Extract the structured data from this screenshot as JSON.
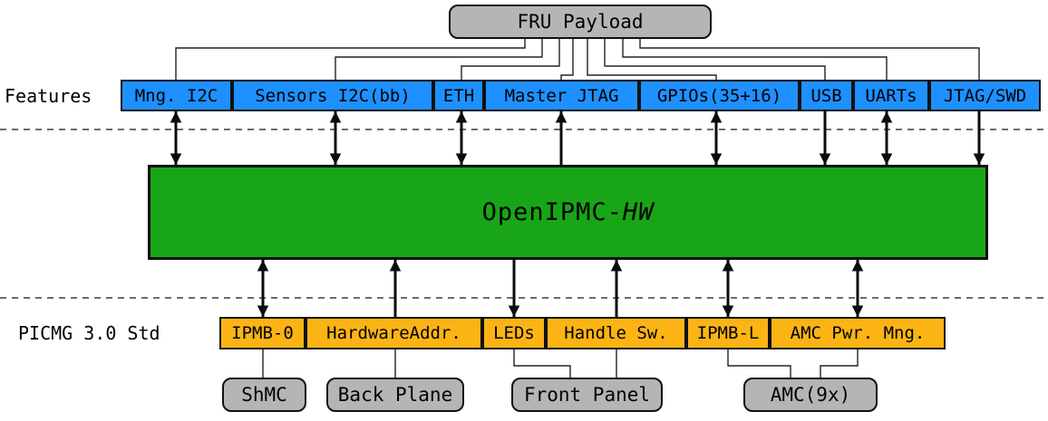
{
  "fru_payload": "FRU Payload",
  "labels": {
    "features_row": "Features",
    "picmg_row": "PICMG 3.0 Std"
  },
  "core": {
    "name_regular": "OpenIPMC-",
    "name_italic": "HW"
  },
  "features": [
    "Mng. I2C",
    "Sensors I2C(bb)",
    "ETH",
    "Master JTAG",
    "GPIOs(35+16)",
    "USB",
    "UARTs",
    "JTAG/SWD"
  ],
  "picmg": [
    "IPMB-0",
    "HardwareAddr.",
    "LEDs",
    "Handle Sw.",
    "IPMB-L",
    "AMC Pwr. Mng."
  ],
  "external": [
    "ShMC",
    "Back Plane",
    "Front Panel",
    "AMC(9x)"
  ],
  "colors": {
    "feature_fill": "#1e90ff",
    "core_fill": "#18a518",
    "picmg_fill": "#fcb415",
    "external_fill": "#b5b5b5",
    "line": "#000000"
  }
}
